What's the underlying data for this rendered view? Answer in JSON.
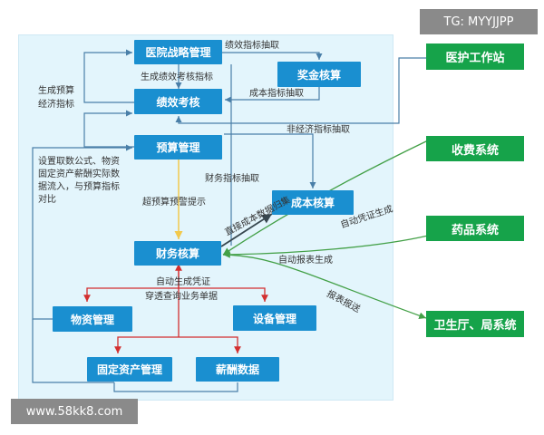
{
  "watermarks": {
    "top": "TG: MYYJJPP",
    "bottom": "www.58kk8.com"
  },
  "nodes": {
    "strategy": "医院战略管理",
    "bonus": "奖金核算",
    "performance": "绩效考核",
    "budget": "预算管理",
    "cost": "成本核算",
    "finance": "财务核算",
    "materials": "物资管理",
    "equipment": "设备管理",
    "fixed_assets": "固定资产管理",
    "salary": "薪酬数据"
  },
  "external": {
    "workstation": "医护工作站",
    "charging": "收费系统",
    "pharmacy": "药品系统",
    "health_bureau": "卫生厅、局系统"
  },
  "labels": {
    "perf_extract": "绩效指标抽取",
    "gen_perf_indicator": "生成绩效考核指标",
    "cost_extract": "成本指标抽取",
    "nonecon_extract": "非经济指标抽取",
    "gen_budget": "生成预算",
    "econ_indicator": "经济指标",
    "formula": "设置取数公式、物资固定资产薪酬实际数据流入，与预算指标对比",
    "fin_extract": "财务指标抽取",
    "over_budget": "超预算预警提示",
    "direct_cost": "直接成本数据归集",
    "auto_voucher_1": "自动凭证生成",
    "auto_report": "自动报表生成",
    "report_send": "报表报送",
    "auto_voucher_2": "自动生成凭证",
    "drill_query": "穿透查询业务单据"
  },
  "colors": {
    "node": "#1a8fd0",
    "external": "#16a34a",
    "panel": "#e3f5fc",
    "red_arrow": "#d32f2f",
    "green_line": "#43a047",
    "yellow_arrow": "#f2c94c"
  }
}
